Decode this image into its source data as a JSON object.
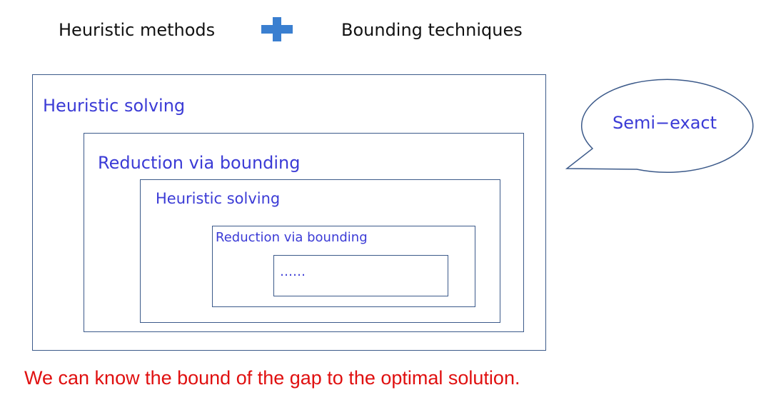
{
  "header": {
    "left_label": "Heuristic methods",
    "plus_icon": "plus-icon",
    "right_label": "Bounding techniques"
  },
  "nested_boxes": [
    {
      "label": "Heuristic solving"
    },
    {
      "label": "Reduction via bounding"
    },
    {
      "label": "Heuristic solving"
    },
    {
      "label": "Reduction via bounding"
    },
    {
      "label": "……"
    }
  ],
  "callout": {
    "label": "Semi−exact"
  },
  "conclusion": "We can know the bound of the gap to the optimal solution.",
  "colors": {
    "box_border": "#3c5a8a",
    "box_text": "#3b3bd6",
    "plus_icon": "#3a7fd0",
    "conclusion_text": "#e01010"
  }
}
